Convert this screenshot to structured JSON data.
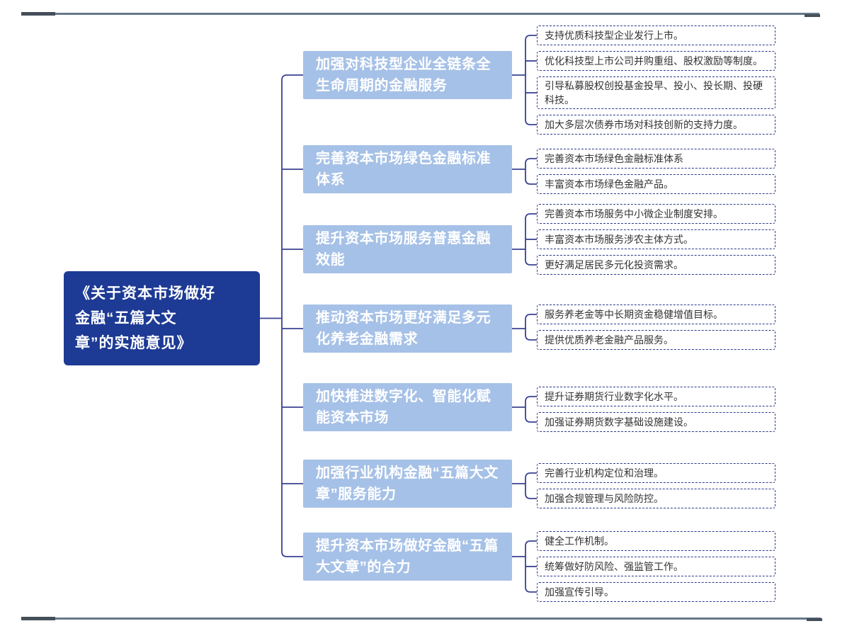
{
  "page": {
    "type": "mindmap-figure-on-document-page"
  },
  "colors": {
    "root_fill": "#1d3a94",
    "branch_fill": "#a6c1e7",
    "leaf_border": "#2c3a8a",
    "connector": "#3a4290",
    "rule": "#67798a",
    "rule_dark": "#454f59"
  },
  "root": {
    "label": "《关于资本市场做好金融“五篇大文章”的实施意见》",
    "label_lines": [
      "《关于资本市场做好",
      "金融“五篇大文",
      "章”的实施意见》"
    ]
  },
  "branches": [
    {
      "label": "加强对科技型企业全链条全生命周期的金融服务",
      "leaves": [
        "支持优质科技型企业发行上市。",
        "优化科技型上市公司并购重组、股权激励等制度。",
        "引导私募股权创投基金投早、投小、投长期、投硬科技。",
        "加大多层次债券市场对科技创新的支持力度。"
      ]
    },
    {
      "label": "完善资本市场绿色金融标准体系",
      "leaves": [
        "完善资本市场绿色金融标准体系",
        "丰富资本市场绿色金融产品。"
      ]
    },
    {
      "label": "提升资本市场服务普惠金融效能",
      "leaves": [
        "完善资本市场服务中小微企业制度安排。",
        "丰富资本市场服务涉农主体方式。",
        "更好满足居民多元化投资需求。"
      ]
    },
    {
      "label": "推动资本市场更好满足多元化养老金融需求",
      "leaves": [
        "服务养老金等中长期资金稳健增值目标。",
        "提供优质养老金融产品服务。"
      ]
    },
    {
      "label": "加快推进数字化、智能化赋能资本市场",
      "leaves": [
        "提升证券期货行业数字化水平。",
        "加强证券期货数字基础设施建设。"
      ]
    },
    {
      "label": "加强行业机构金融“五篇大文章”服务能力",
      "leaves": [
        "完善行业机构定位和治理。",
        "加强合规管理与风险防控。"
      ]
    },
    {
      "label": "提升资本市场做好金融“五篇大文章”的合力",
      "leaves": [
        "健全工作机制。",
        "统筹做好防风险、强监管工作。",
        "加强宣传引导。"
      ]
    }
  ]
}
